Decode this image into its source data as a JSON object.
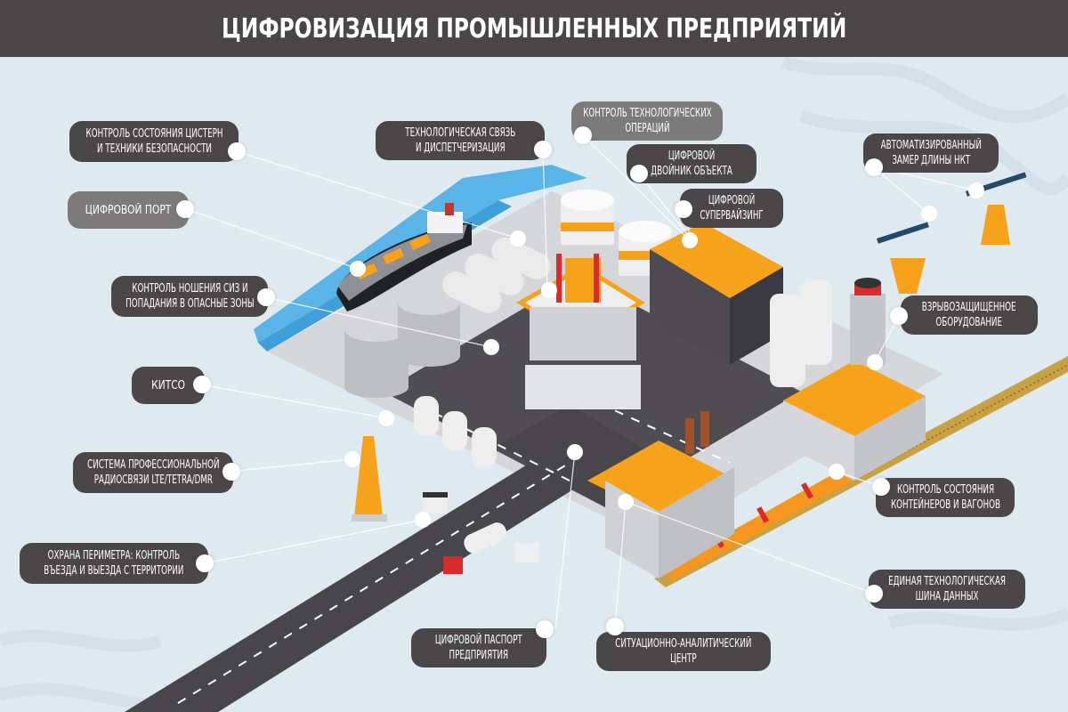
{
  "title": "ЦИФРОВИЗАЦИЯ ПРОМЫШЛЕННЫХ ПРЕДПРИЯТИЙ",
  "colors": {
    "title_bar": "#4a4648",
    "background": "#dfe9f0",
    "pill_dark": "#4b4748",
    "pill_light": "#7d7a7b",
    "accent_orange": "#f7a21b",
    "road": "#48464a",
    "water": "#5ab4e8"
  },
  "callouts": [
    {
      "id": "tanks-safety",
      "lines": [
        "КОНТРОЛЬ СОСТОЯНИЯ ЦИСТЕРН",
        "И ТЕХНИКИ БЕЗОПАСНОСТИ"
      ],
      "style": "dark"
    },
    {
      "id": "digital-port",
      "lines": [
        "ЦИФРОВОЙ ПОРТ"
      ],
      "style": "light"
    },
    {
      "id": "ppe-control",
      "lines": [
        "КОНТРОЛЬ НОШЕНИЯ СИЗ И",
        "ПОПАДАНИЯ В ОПАСНЫЕ ЗОНЫ"
      ],
      "style": "dark"
    },
    {
      "id": "kitso",
      "lines": [
        "КИТСО"
      ],
      "style": "dark"
    },
    {
      "id": "radio",
      "lines": [
        "СИСТЕМА ПРОФЕССИОНАЛЬНОЙ",
        "РАДИОСВЯЗИ LTE/TETRA/DMR"
      ],
      "style": "dark"
    },
    {
      "id": "perimeter",
      "lines": [
        "ОХРАНА ПЕРИМЕТРА: КОНТРОЛЬ",
        "ВЪЕЗДА И ВЫЕЗДА С ТЕРРИТОРИИ"
      ],
      "style": "dark"
    },
    {
      "id": "tech-comm",
      "lines": [
        "ТЕХНОЛОГИЧЕСКАЯ СВЯЗЬ",
        "И ДИСПЕТЧЕРИЗАЦИЯ"
      ],
      "style": "dark"
    },
    {
      "id": "tech-ops",
      "lines": [
        "КОНТРОЛЬ ТЕХНОЛОГИЧЕСКИХ",
        "ОПЕРАЦИЙ"
      ],
      "style": "light"
    },
    {
      "id": "digital-twin",
      "lines": [
        "ЦИФРОВОЙ",
        "ДВОЙНИК ОБЪЕКТА"
      ],
      "style": "dark"
    },
    {
      "id": "supervising",
      "lines": [
        "ЦИФРОВОЙ",
        "СУПЕРВАЙЗИНГ"
      ],
      "style": "dark"
    },
    {
      "id": "nkt",
      "lines": [
        "АВТОМАТИЗИРОВАННЫЙ",
        "ЗАМЕР ДЛИНЫ НКТ"
      ],
      "style": "dark"
    },
    {
      "id": "explosion-proof",
      "lines": [
        "ВЗРЫВОЗАЩИЩЕННОЕ",
        "ОБОРУДОВАНИЕ"
      ],
      "style": "dark"
    },
    {
      "id": "containers",
      "lines": [
        "КОНТРОЛЬ СОСТОЯНИЯ",
        "КОНТЕЙНЕРОВ И ВАГОНОВ"
      ],
      "style": "dark"
    },
    {
      "id": "data-bus",
      "lines": [
        "ЕДИНАЯ ТЕХНОЛОГИЧЕСКАЯ",
        "ШИНА ДАННЫХ"
      ],
      "style": "dark"
    },
    {
      "id": "passport",
      "lines": [
        "ЦИФРОВОЙ ПАСПОРТ",
        "ПРЕДПРИЯТИЯ"
      ],
      "style": "dark"
    },
    {
      "id": "situation-center",
      "lines": [
        "СИТУАЦИОННО-АНАЛИТИЧЕСКИЙ",
        "ЦЕНТР"
      ],
      "style": "dark"
    }
  ]
}
